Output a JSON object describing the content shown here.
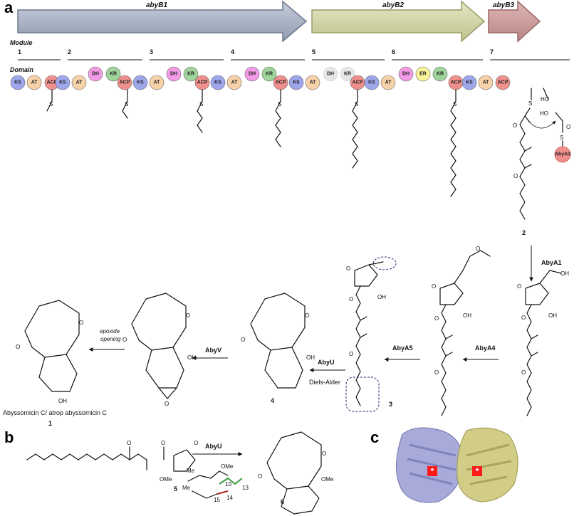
{
  "panels": {
    "a": "a",
    "b": "b",
    "c": "c"
  },
  "genes": [
    {
      "name": "abyB1",
      "color": "#a7b1c2"
    },
    {
      "name": "abyB2",
      "color": "#d6d8ac"
    },
    {
      "name": "abyB3",
      "color": "#c99a99"
    }
  ],
  "module_heading": "Module",
  "domain_heading": "Domain",
  "modules": [
    "1",
    "2",
    "3",
    "4",
    "5",
    "6",
    "7"
  ],
  "domains": [
    "KS",
    "AT",
    "ACP",
    "KS",
    "AT",
    "DH",
    "KR",
    "ACP",
    "KS",
    "AT",
    "DH",
    "KR",
    "ACP",
    "KS",
    "AT",
    "DH",
    "KR",
    "ACP",
    "KS",
    "AT",
    "DH",
    "KR",
    "ACP",
    "KS",
    "AT",
    "DH",
    "ER",
    "KR",
    "ACP",
    "KS",
    "AT",
    "ACP"
  ],
  "domain_colors": {
    "KS": "#9ea6ec",
    "AT": "#f7d1a8",
    "ACP": "#f0908c",
    "DH": "#f39be7",
    "KR": "#9fd49b",
    "ER": "#fbf59a",
    "inactive": "#e6e6e6"
  },
  "atoms": {
    "S": "S",
    "O": "O",
    "OH": "OH",
    "HO": "HO",
    "OMe": "OMe",
    "Me": "Me"
  },
  "aby_a3": "AbyA3",
  "enzymes": {
    "abyA1": "AbyA1",
    "abyA4": "AbyA4",
    "abyA5": "AbyA5",
    "abyU": "AbyU",
    "abyV": "AbyV",
    "diels_alder": "Diels-Alder",
    "epoxide": "epoxide",
    "opening": "opening"
  },
  "compounds": {
    "c1": "1",
    "c2": "2",
    "c3": "3",
    "c4": "4",
    "c5": "5",
    "c6": "6",
    "product_name": "Abyssomicin C/ atrop abyssomicin C"
  },
  "ts_labels": [
    "10",
    "15",
    "14",
    "13"
  ],
  "protein": {
    "colors": [
      "#9ea2d6",
      "#c9c57a"
    ],
    "site_color": "#ff1a1a",
    "site_mark": "*"
  }
}
